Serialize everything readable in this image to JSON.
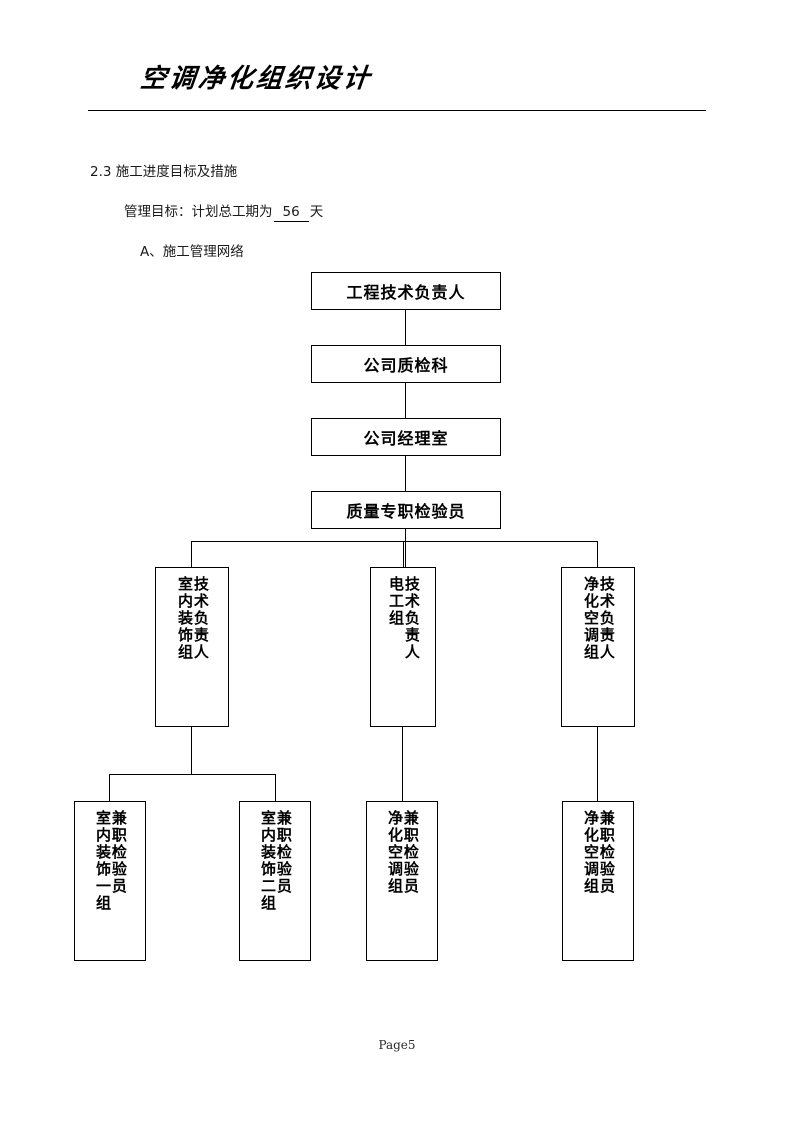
{
  "document": {
    "header_title": "空调净化组织设计",
    "footer": "Page5"
  },
  "body": {
    "section_heading": "2.3 施工进度目标及措施",
    "goal_label": "管理目标：计划总工期为",
    "goal_value": "56",
    "goal_unit": "天",
    "subsection_heading": "A、施工管理网络"
  },
  "org_chart": {
    "nodes": [
      {
        "id": "chief",
        "label": "工程技术负责人",
        "level": 1
      },
      {
        "id": "qc",
        "label": "公司质检科",
        "level": 2
      },
      {
        "id": "mgr",
        "label": "公司经理室",
        "level": 3
      },
      {
        "id": "insp",
        "label": "质量专职检验员",
        "level": 4
      },
      {
        "id": "deco_team",
        "label_right": "技术负责人",
        "label_left": "室内装饰组",
        "level": 5
      },
      {
        "id": "elec_team",
        "label_right": "技术负责人",
        "label_left": "电工组",
        "level": 5
      },
      {
        "id": "hvac_team",
        "label_right": "技术负责人",
        "label_left": "净化空调组",
        "level": 5
      },
      {
        "id": "deco_1",
        "label_right": "兼职检验员",
        "label_left": "室内装饰一组",
        "level": 6
      },
      {
        "id": "deco_2",
        "label_right": "兼职检验员",
        "label_left": "室内装饰二组",
        "level": 6
      },
      {
        "id": "hvac_1",
        "label_right": "兼职检验员",
        "label_left": "净化空调组",
        "level": 6
      },
      {
        "id": "hvac_2",
        "label_right": "兼职检验员",
        "label_left": "净化空调组",
        "level": 6
      }
    ],
    "edges": [
      {
        "from": "chief",
        "to": "qc"
      },
      {
        "from": "qc",
        "to": "mgr"
      },
      {
        "from": "mgr",
        "to": "insp"
      },
      {
        "from": "insp",
        "to": "deco_team"
      },
      {
        "from": "insp",
        "to": "elec_team"
      },
      {
        "from": "insp",
        "to": "hvac_team"
      },
      {
        "from": "deco_team",
        "to": "deco_1"
      },
      {
        "from": "deco_team",
        "to": "deco_2"
      },
      {
        "from": "elec_team",
        "to": "hvac_1"
      },
      {
        "from": "hvac_team",
        "to": "hvac_2"
      }
    ]
  },
  "colors": {
    "ink": "#000000",
    "page": "#ffffff"
  }
}
